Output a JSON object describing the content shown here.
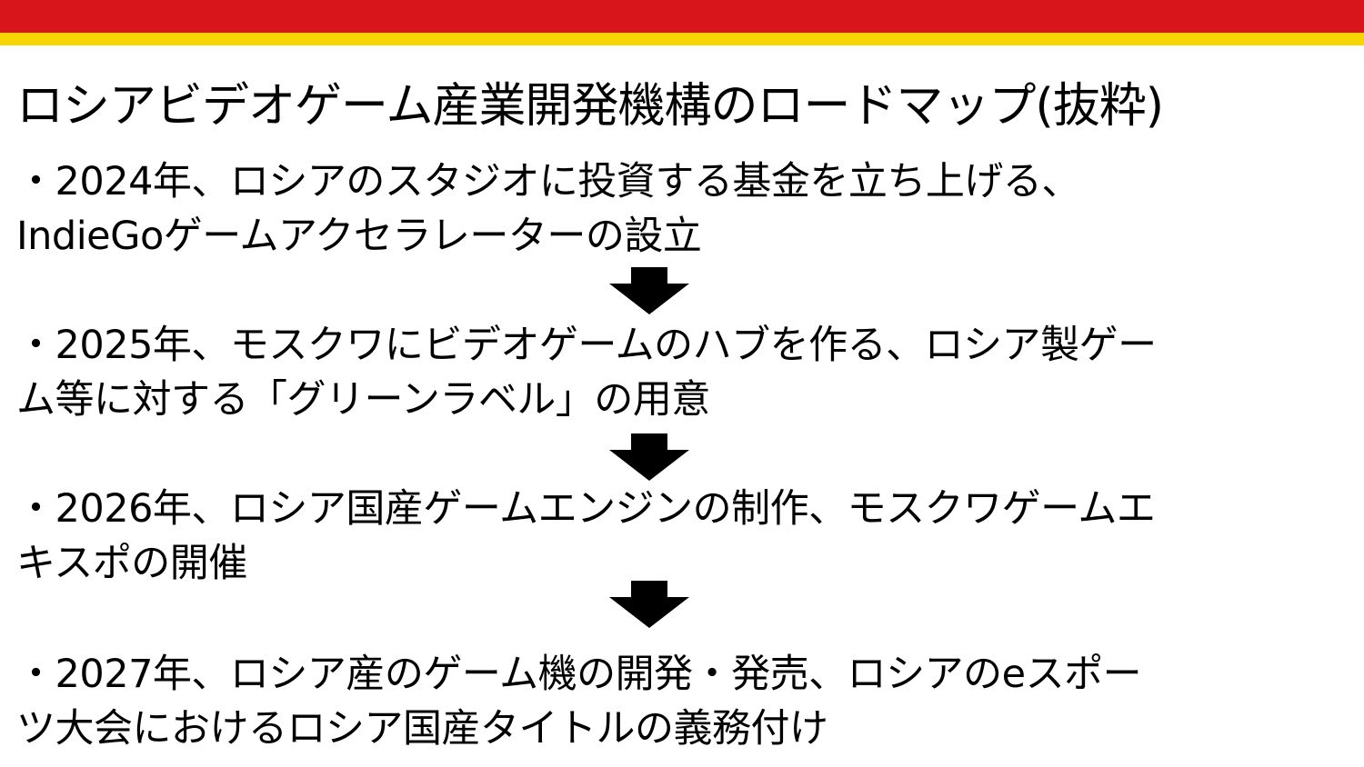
{
  "colors": {
    "top_band": "#d7151a",
    "accent_band": "#f6d500",
    "arrow": "#000000"
  },
  "title": "ロシアビデオゲーム産業開発機構のロードマップ(抜粋)",
  "steps": [
    {
      "line1": "・2024年、ロシアのスタジオに投資する基金を立ち上げる、",
      "line2": "IndieGoゲームアクセラレーターの設立"
    },
    {
      "line1": "・2025年、モスクワにビデオゲームのハブを作る、ロシア製ゲー",
      "line2": "ム等に対する「グリーンラベル」の用意"
    },
    {
      "line1": "・2026年、ロシア国産ゲームエンジンの制作、モスクワゲームエ",
      "line2": "キスポの開催"
    },
    {
      "line1": "・2027年、ロシア産のゲーム機の開発・発売、ロシアのeスポー",
      "line2": "ツ大会におけるロシア国産タイトルの義務付け"
    }
  ],
  "arrow_icon": "down-arrow-icon"
}
